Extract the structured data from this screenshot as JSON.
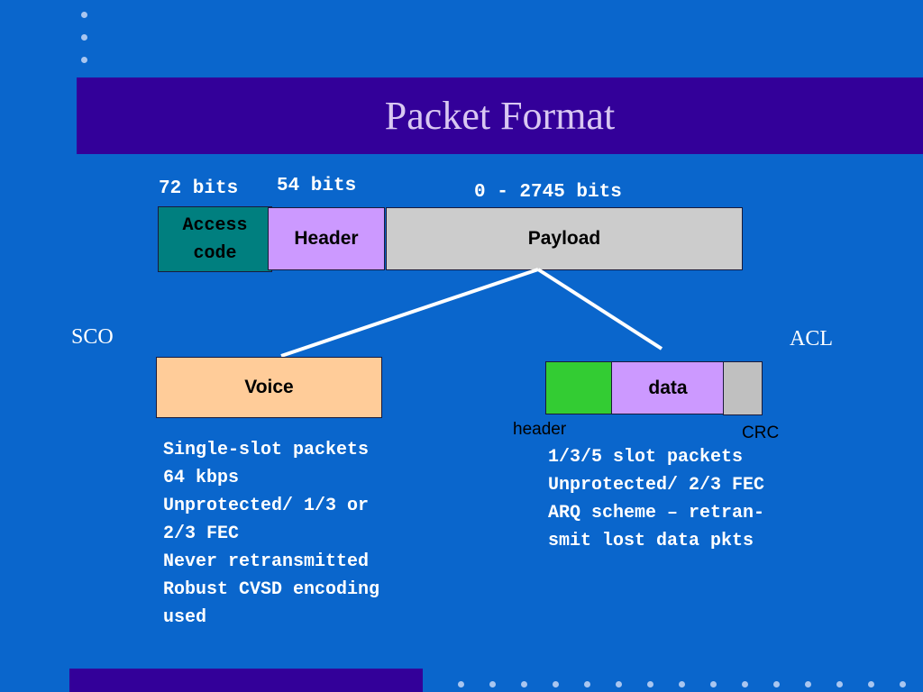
{
  "title": "Packet Format",
  "bit_labels": {
    "access_code": "72 bits",
    "header": "54 bits",
    "payload": "0 - 2745 bits"
  },
  "packet": {
    "access_code_line1": "Access",
    "access_code_line2": "code",
    "header": "Header",
    "payload": "Payload"
  },
  "sco": {
    "label": "SCO",
    "box": "Voice",
    "lines": [
      "Single-slot packets",
      "64 kbps",
      "Unprotected/ 1/3 or",
      "2/3 FEC",
      "Never retransmitted",
      "Robust CVSD encoding",
      "used"
    ]
  },
  "acl": {
    "label": "ACL",
    "data_box": "data",
    "header_label": "header",
    "crc_label": "CRC",
    "lines": [
      "1/3/5 slot packets",
      "Unprotected/ 2/3 FEC",
      "ARQ scheme – retran-",
      "smit lost data pkts"
    ]
  },
  "colors": {
    "background": "#0a66cc",
    "title_band": "#330099",
    "access_code": "#007f7f",
    "header": "#cc99ff",
    "payload": "#cccccc",
    "voice": "#ffcc99",
    "acl_header": "#33cc33",
    "crc": "#c0c0c0"
  }
}
